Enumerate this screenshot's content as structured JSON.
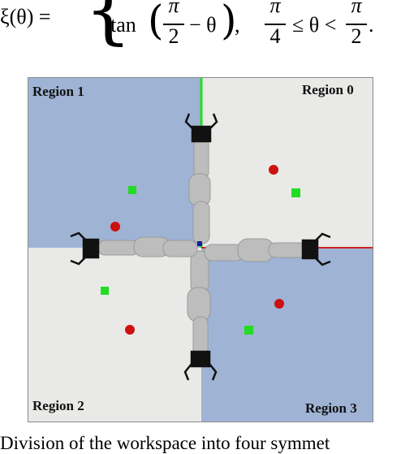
{
  "equation": {
    "lhs": "ξ(θ) =",
    "brace": "{",
    "func": "tan",
    "left_paren": "(",
    "pi_over_two_num": "π",
    "pi_over_two_den": "2",
    "minus_theta": "− θ",
    "right_paren": ")",
    "comma": ",",
    "cond_num": "π",
    "cond_den": "4",
    "cond_mid": "≤ θ <",
    "cond_num2": "π",
    "cond_den2": "2",
    "period": "."
  },
  "figure": {
    "regions": [
      {
        "label": "Region 1",
        "color": "#9fb3d5"
      },
      {
        "label": "Region 0",
        "color": "#e9e9e7"
      },
      {
        "label": "Region 2",
        "color": "#e9e9e7"
      },
      {
        "label": "Region 3",
        "color": "#9fb3d5"
      }
    ],
    "colors": {
      "blue_region": "#9fb3d5",
      "gray_region": "#e9e9e7",
      "green_axis": "#22dd22",
      "red_axis": "#cc2222",
      "red_object": "#cc1111",
      "green_object": "#22dd22",
      "arm": "#bdbdbd",
      "gripper": "#111111",
      "center_marker": "#1a1aa0"
    },
    "icons": [
      "robot-arm-icon",
      "gripper-icon",
      "red-sphere-icon",
      "green-cube-icon"
    ]
  },
  "caption": "Division of the workspace into four symmet"
}
